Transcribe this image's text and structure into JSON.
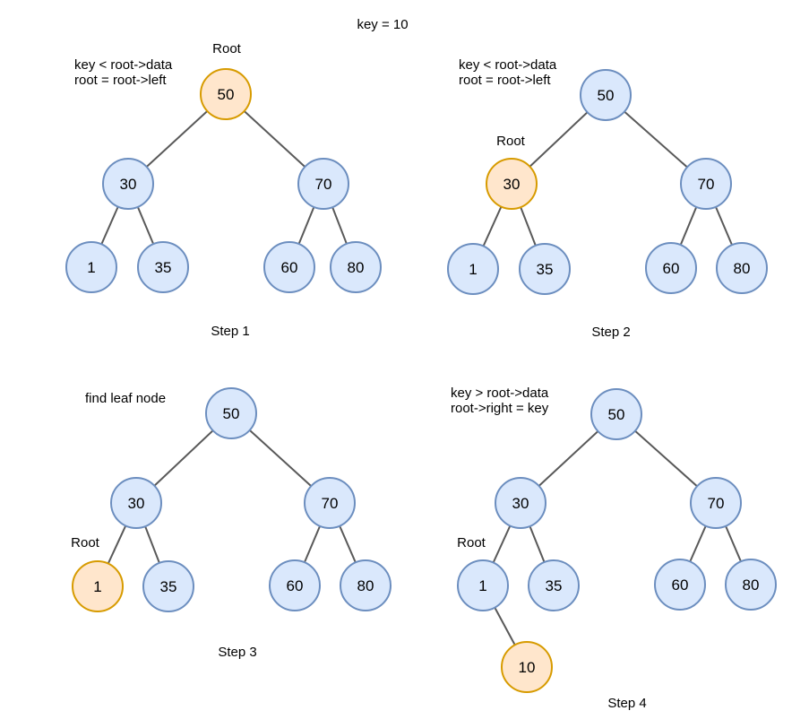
{
  "title": "key = 10",
  "colors": {
    "background": "#ffffff",
    "text": "#000000",
    "node_fill": "#dae8fc",
    "node_stroke": "#6c8ebf",
    "highlight_fill": "#ffe6cc",
    "highlight_stroke": "#d79b00",
    "edge": "#595959"
  },
  "steps": [
    {
      "label": "Step 1",
      "annotation": [
        "key < root->data",
        "root = root->left"
      ],
      "root_pointer": "Root",
      "highlighted_node": "50",
      "nodes": [
        "50",
        "30",
        "70",
        "1",
        "35",
        "60",
        "80"
      ],
      "edges": [
        [
          "50",
          "30"
        ],
        [
          "50",
          "70"
        ],
        [
          "30",
          "1"
        ],
        [
          "30",
          "35"
        ],
        [
          "70",
          "60"
        ],
        [
          "70",
          "80"
        ]
      ]
    },
    {
      "label": "Step 2",
      "annotation": [
        "key < root->data",
        "root = root->left"
      ],
      "root_pointer": "Root",
      "highlighted_node": "30",
      "nodes": [
        "50",
        "30",
        "70",
        "1",
        "35",
        "60",
        "80"
      ],
      "edges": [
        [
          "50",
          "30"
        ],
        [
          "50",
          "70"
        ],
        [
          "30",
          "1"
        ],
        [
          "30",
          "35"
        ],
        [
          "70",
          "60"
        ],
        [
          "70",
          "80"
        ]
      ]
    },
    {
      "label": "Step 3",
      "annotation": [
        "find leaf node"
      ],
      "root_pointer": "Root",
      "highlighted_node": "1",
      "nodes": [
        "50",
        "30",
        "70",
        "1",
        "35",
        "60",
        "80"
      ],
      "edges": [
        [
          "50",
          "30"
        ],
        [
          "50",
          "70"
        ],
        [
          "30",
          "1"
        ],
        [
          "30",
          "35"
        ],
        [
          "70",
          "60"
        ],
        [
          "70",
          "80"
        ]
      ]
    },
    {
      "label": "Step 4",
      "annotation": [
        "key > root->data",
        "root->right = key"
      ],
      "root_pointer": "Root",
      "highlighted_node": "10",
      "nodes": [
        "50",
        "30",
        "70",
        "1",
        "35",
        "60",
        "80",
        "10"
      ],
      "edges": [
        [
          "50",
          "30"
        ],
        [
          "50",
          "70"
        ],
        [
          "30",
          "1"
        ],
        [
          "30",
          "35"
        ],
        [
          "70",
          "60"
        ],
        [
          "70",
          "80"
        ],
        [
          "1",
          "10"
        ]
      ]
    }
  ]
}
